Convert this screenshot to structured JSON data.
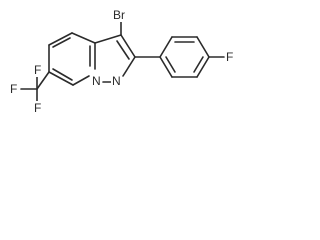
{
  "molecule": {
    "atoms": {
      "bromine": "Br",
      "fluorine_aryl": "F",
      "fluorine_cf3_left": "F",
      "fluorine_cf3_top": "F",
      "fluorine_cf3_bottom": "F",
      "nitrogen_left": "N",
      "nitrogen_right": "N"
    }
  }
}
